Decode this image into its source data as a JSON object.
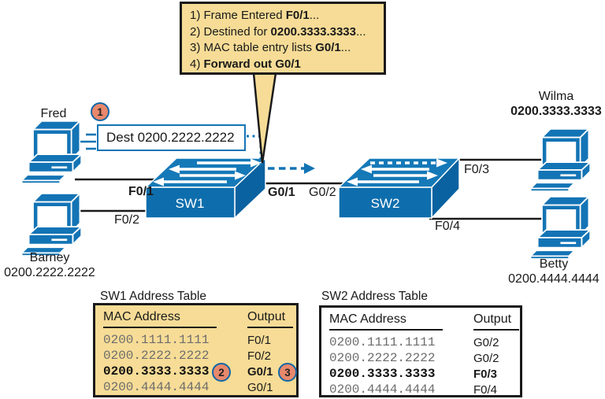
{
  "callout": {
    "steps": [
      {
        "prefix": "1) Frame Entered ",
        "bold": "F0/1",
        "suffix": "..."
      },
      {
        "prefix": "2) Destined for ",
        "bold": "0200.3333.3333",
        "suffix": "..."
      },
      {
        "prefix": "3) MAC table entry lists ",
        "bold": "G0/1",
        "suffix": "..."
      },
      {
        "prefix": "4) ",
        "bold": "Forward out G0/1",
        "suffix": ""
      }
    ]
  },
  "frame": {
    "label": "Dest 0200.2222.2222"
  },
  "markers": {
    "step1": "1",
    "step2": "2",
    "step3": "3"
  },
  "hosts": {
    "fred": {
      "name": "Fred"
    },
    "barney": {
      "name": "Barney",
      "mac": "0200.2222.2222"
    },
    "wilma": {
      "name": "Wilma",
      "mac": "0200.3333.3333"
    },
    "betty": {
      "name": "Betty",
      "mac": "0200.4444.4444"
    }
  },
  "switches": {
    "sw1": "SW1",
    "sw2": "SW2"
  },
  "ports": {
    "f01": "F0/1",
    "f02": "F0/2",
    "g01": "G0/1",
    "g02": "G0/2",
    "f03": "F0/3",
    "f04": "F0/4"
  },
  "tables": {
    "sw1": {
      "title": "SW1 Address Table",
      "headers": [
        "MAC Address",
        "Output"
      ],
      "rows": [
        {
          "mac": "0200.1111.1111",
          "output": "F0/1"
        },
        {
          "mac": "0200.2222.2222",
          "output": "F0/2"
        },
        {
          "mac": "0200.3333.3333",
          "output": "G0/1"
        },
        {
          "mac": "0200.4444.4444",
          "output": "G0/1"
        }
      ]
    },
    "sw2": {
      "title": "SW2 Address Table",
      "headers": [
        "MAC Address",
        "Output"
      ],
      "rows": [
        {
          "mac": "0200.1111.1111",
          "output": "G0/2"
        },
        {
          "mac": "0200.2222.2222",
          "output": "G0/2"
        },
        {
          "mac": "0200.3333.3333",
          "output": "F0/3"
        },
        {
          "mac": "0200.4444.4444",
          "output": "F0/4"
        }
      ]
    }
  },
  "colors": {
    "tan": "#F6DC96",
    "device_blue": "#1374B5",
    "switch_top": "#1579B8",
    "switch_front": "#0E6EAD",
    "marker_fill": "#E8886C",
    "marker_ring": "#1066A6",
    "gray_text": "#6d6d6d",
    "line_black": "#1a1a1a"
  }
}
